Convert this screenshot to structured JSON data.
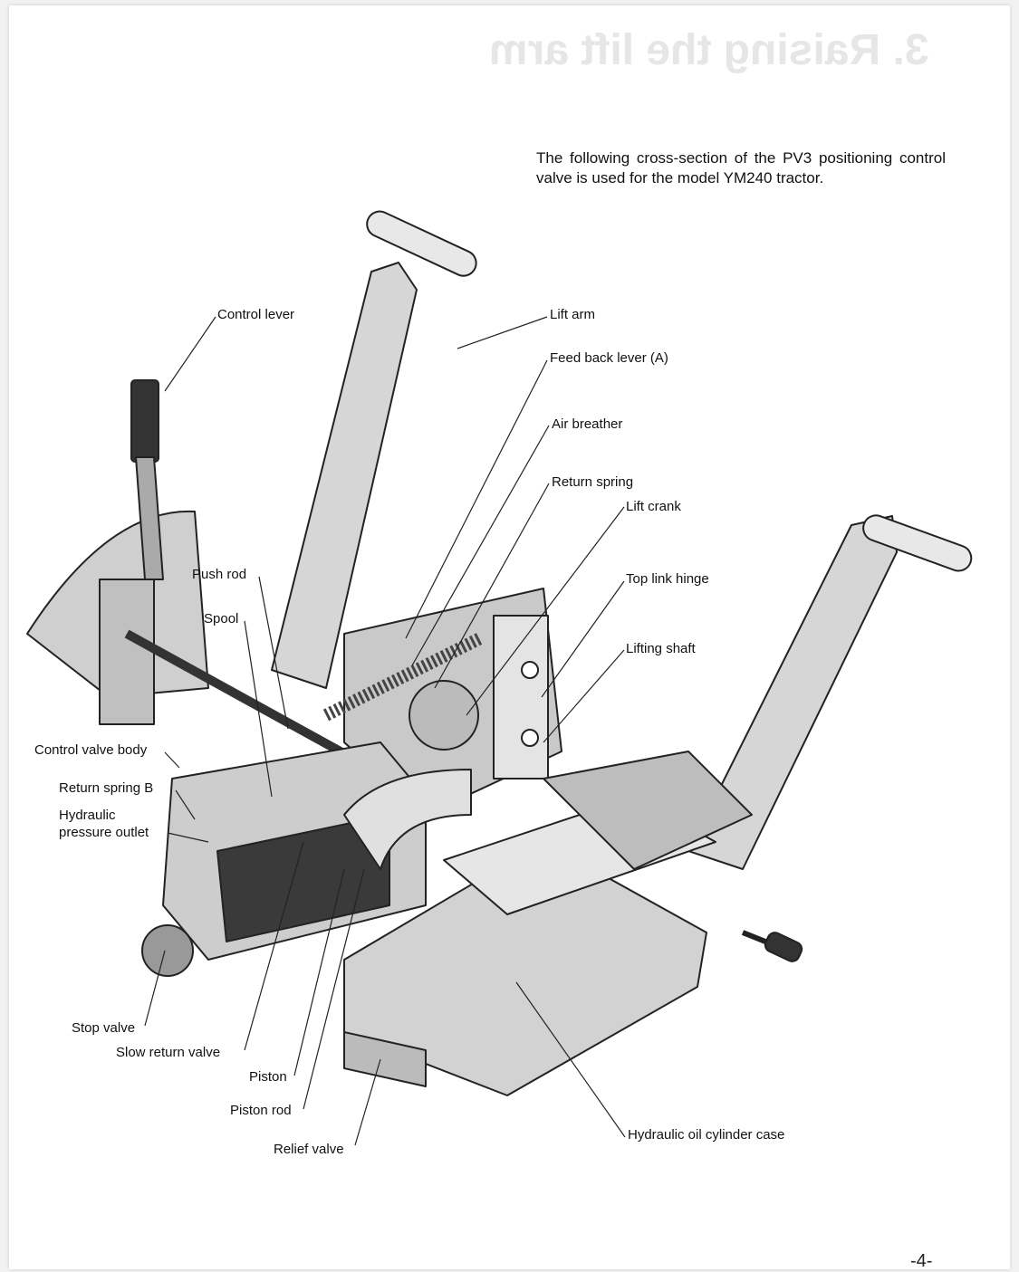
{
  "ghost_title": "3. Raising the lift arm",
  "intro": "The following cross-section of the PV3 positioning control valve is used for the model YM240 tractor.",
  "labels": {
    "control_lever": "Control lever",
    "lift_arm": "Lift arm",
    "feed_back_lever": "Feed back lever (A)",
    "air_breather": "Air breather",
    "return_spring": "Return spring",
    "lift_crank": "Lift crank",
    "top_link_hinge": "Top link hinge",
    "lifting_shaft": "Lifting shaft",
    "push_rod": "Push rod",
    "spool": "Spool",
    "control_valve_body": "Control valve body",
    "return_spring_b": "Return spring B",
    "hydraulic_pressure_outlet_1": "Hydraulic",
    "hydraulic_pressure_outlet_2": "pressure outlet",
    "stop_valve": "Stop valve",
    "slow_return_valve": "Slow return valve",
    "piston": "Piston",
    "piston_rod": "Piston rod",
    "relief_valve": "Relief valve",
    "hydraulic_oil_cylinder_case": "Hydraulic oil cylinder case"
  },
  "page_number": "-4-"
}
